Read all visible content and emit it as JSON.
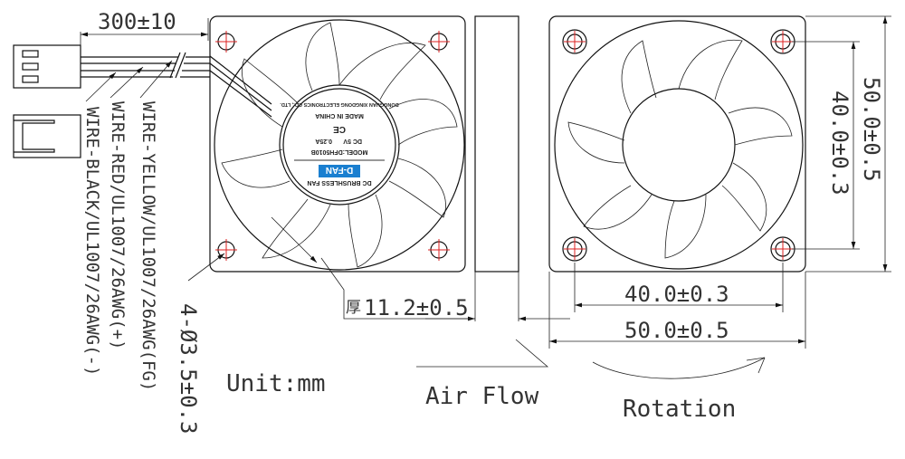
{
  "dimensions": {
    "cable_length": "300±10",
    "thickness": "11.2±0.5",
    "thickness_cn": "厚",
    "hole_spacing_h": "40.0±0.3",
    "hole_spacing_v": "40.0±0.3",
    "frame_h": "50.0±0.5",
    "frame_v": "50.0±0.5",
    "holes": "4-Ø3.5±0.3"
  },
  "wires": {
    "black": "WIRE-BLACK/UL1007/26AWG(-)",
    "red": "WIRE-RED/UL1007/26AWG(+)",
    "yellow": "WIRE-YELLOW/UL1007/26AWG(FG)"
  },
  "notes": {
    "unit": "Unit:mm",
    "air_flow": "Air Flow",
    "rotation": "Rotation"
  },
  "fan_label": {
    "brand": "D-FAN",
    "type": "DC BRUSHLESS FAN",
    "model": "MODEL:DFH5010B",
    "rating_v": "DC 5V",
    "rating_a": "0.25A",
    "ce": "CE",
    "origin": "MADE IN CHINA",
    "company": "DONGGUAN XINGDONG ELECTRONICS CO., LTD.",
    "brand_color": "#1a7fd0"
  }
}
